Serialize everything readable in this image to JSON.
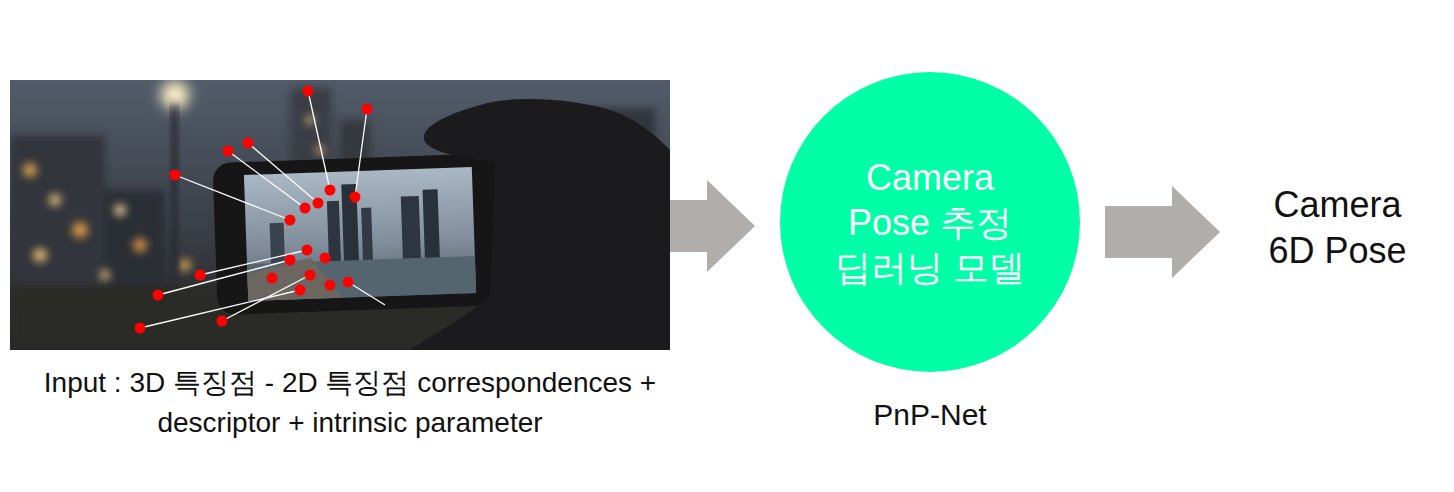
{
  "diagram": {
    "nodes": [
      {
        "text": [
          "Input : 3D 특징점 - 2D 특징점 correspondences + descriptor + intrinsic parameter"
        ]
      },
      {
        "text": [
          "Camera Pose 추정 딥러닝 모델",
          "PnP-Net"
        ]
      },
      {
        "text": [
          "Camera 6D Pose"
        ]
      }
    ],
    "edges": [
      {
        "from": 0,
        "to": 1,
        "arrow": "to"
      },
      {
        "from": 1,
        "to": 2,
        "arrow": "to"
      }
    ]
  }
}
